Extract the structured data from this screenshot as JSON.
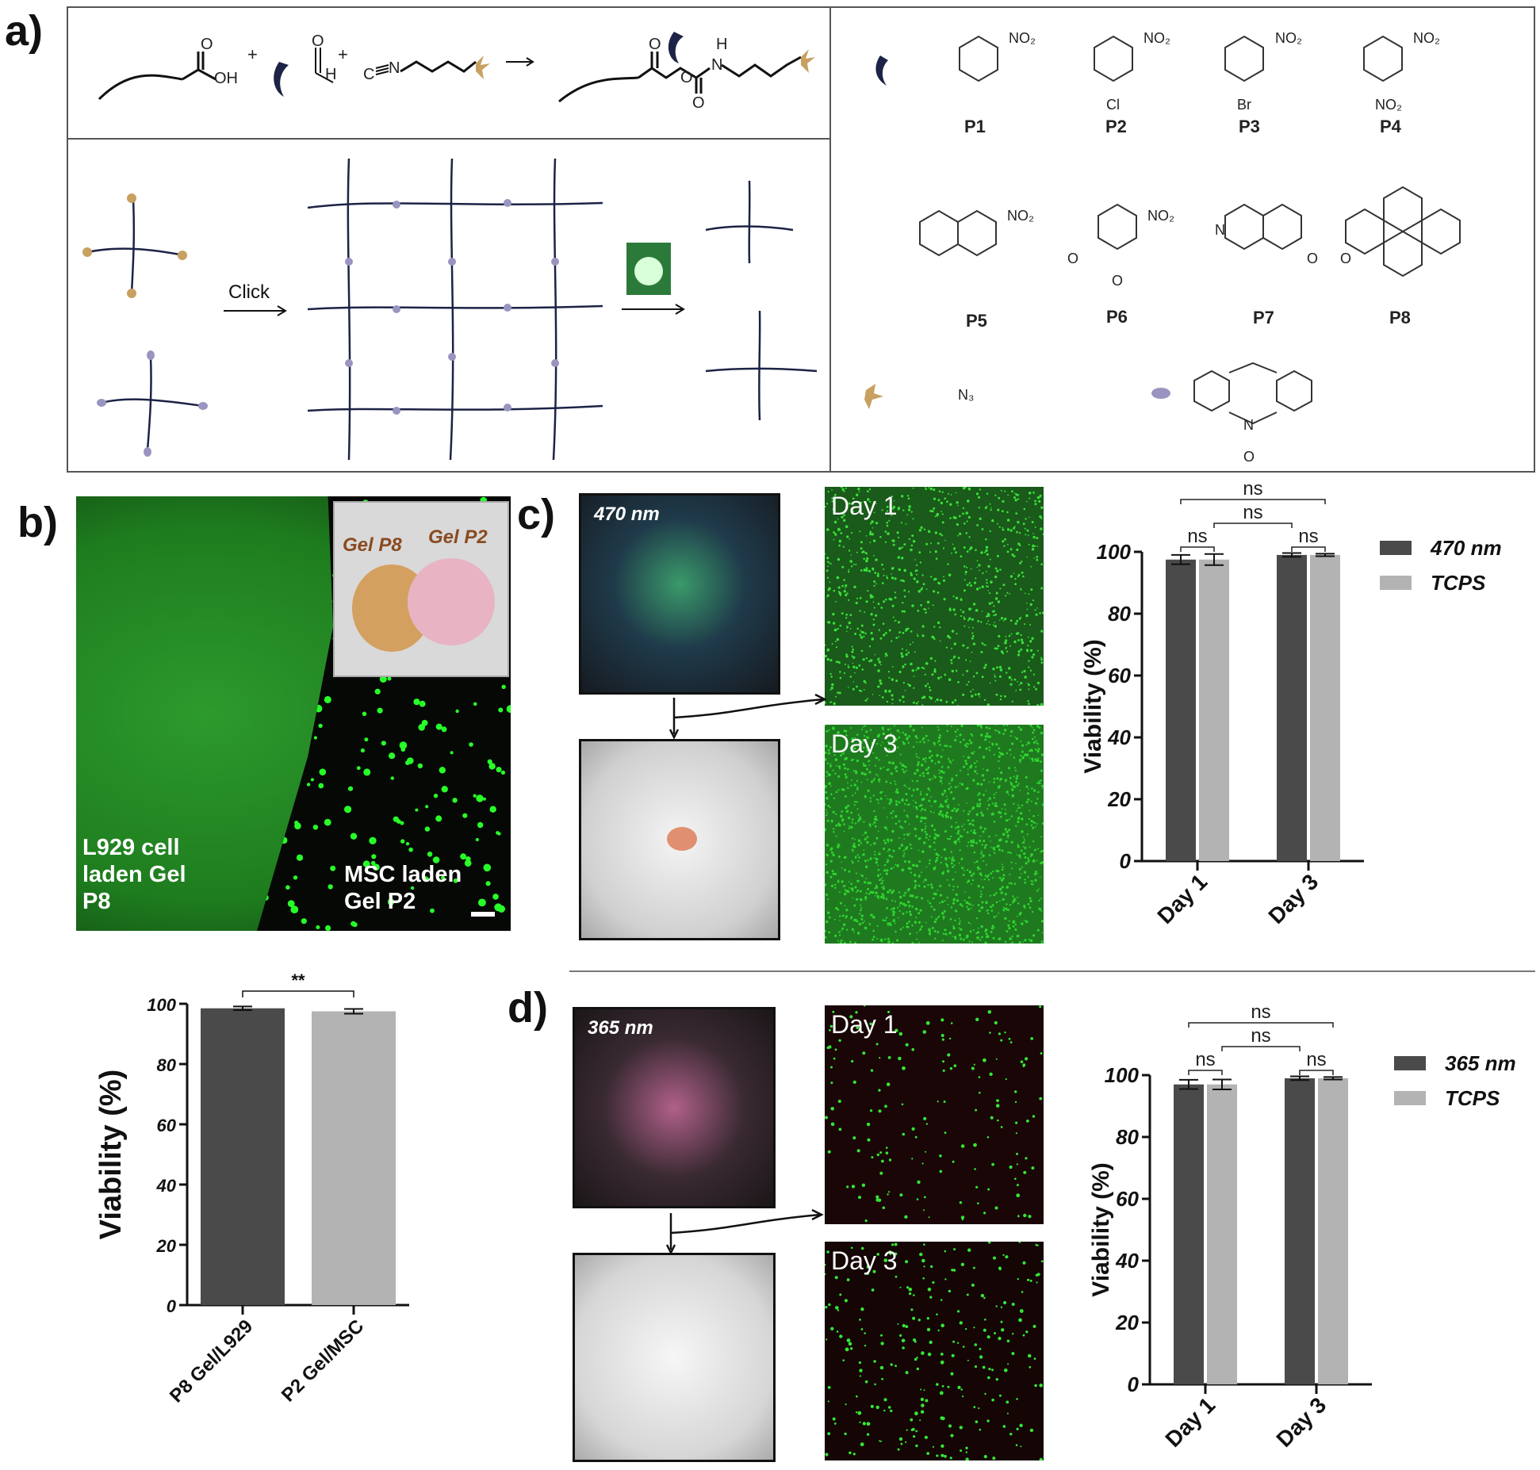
{
  "panels": {
    "a": "a)",
    "b": "b)",
    "c": "c)",
    "d": "d)"
  },
  "panel_a": {
    "reaction": {
      "oh": "OH",
      "h": "H",
      "plus": "+",
      "n": "N",
      "c": "C",
      "o": "O",
      "nh_h": "H",
      "nh_n": "N"
    },
    "click_label": "Click",
    "compounds": [
      "P1",
      "P2",
      "P3",
      "P4",
      "P5",
      "P6",
      "P7",
      "P8"
    ],
    "substituents": {
      "no2": "NO₂",
      "cl": "Cl",
      "br": "Br",
      "n3": "N₃",
      "n": "N",
      "o": "O"
    }
  },
  "panel_b": {
    "inset_labels": [
      "Gel P8",
      "Gel P2"
    ],
    "left_region": "L929 cell\nladen Gel\nP8",
    "right_region": "MSC laden\nGel P2"
  },
  "panel_c": {
    "wavelength": "470 nm",
    "days": [
      "Day 1",
      "Day 3"
    ]
  },
  "panel_d": {
    "wavelength": "365 nm",
    "days": [
      "Day 1",
      "Day 3"
    ]
  },
  "chart_data": [
    {
      "id": "b_chart",
      "type": "bar",
      "categories": [
        "P8 Gel/L929",
        "P2 Gel/MSC"
      ],
      "values": [
        98.5,
        97.5
      ],
      "errors": [
        0.6,
        0.8
      ],
      "ylabel": "Viability (%)",
      "ylim": [
        0,
        100
      ],
      "yticks": [
        0,
        20,
        40,
        60,
        80,
        100
      ],
      "colors": [
        "#4a4a4a",
        "#b3b3b3"
      ],
      "significance": "**"
    },
    {
      "id": "c_chart",
      "type": "bar",
      "categories": [
        "Day 1",
        "Day 3"
      ],
      "series": [
        {
          "name": "470 nm",
          "values": [
            97.5,
            99.0
          ],
          "errors": [
            1.5,
            0.6
          ],
          "color": "#4a4a4a"
        },
        {
          "name": "TCPS",
          "values": [
            97.5,
            99.0
          ],
          "errors": [
            1.8,
            0.4
          ],
          "color": "#b3b3b3"
        }
      ],
      "ylabel": "Viability (%)",
      "ylim": [
        0,
        100
      ],
      "yticks": [
        0,
        20,
        40,
        60,
        80,
        100
      ],
      "significance": [
        "ns",
        "ns",
        "ns",
        "ns"
      ],
      "legend": "top-right"
    },
    {
      "id": "d_chart",
      "type": "bar",
      "categories": [
        "Day 1",
        "Day 3"
      ],
      "series": [
        {
          "name": "365 nm",
          "values": [
            97.0,
            99.0
          ],
          "errors": [
            1.5,
            0.6
          ],
          "color": "#4a4a4a"
        },
        {
          "name": "TCPS",
          "values": [
            97.0,
            99.0
          ],
          "errors": [
            1.6,
            0.4
          ],
          "color": "#b3b3b3"
        }
      ],
      "ylabel": "Viability (%)",
      "ylim": [
        0,
        100
      ],
      "yticks": [
        0,
        20,
        40,
        60,
        80,
        100
      ],
      "significance": [
        "ns",
        "ns",
        "ns",
        "ns"
      ],
      "legend": "top-right"
    }
  ]
}
